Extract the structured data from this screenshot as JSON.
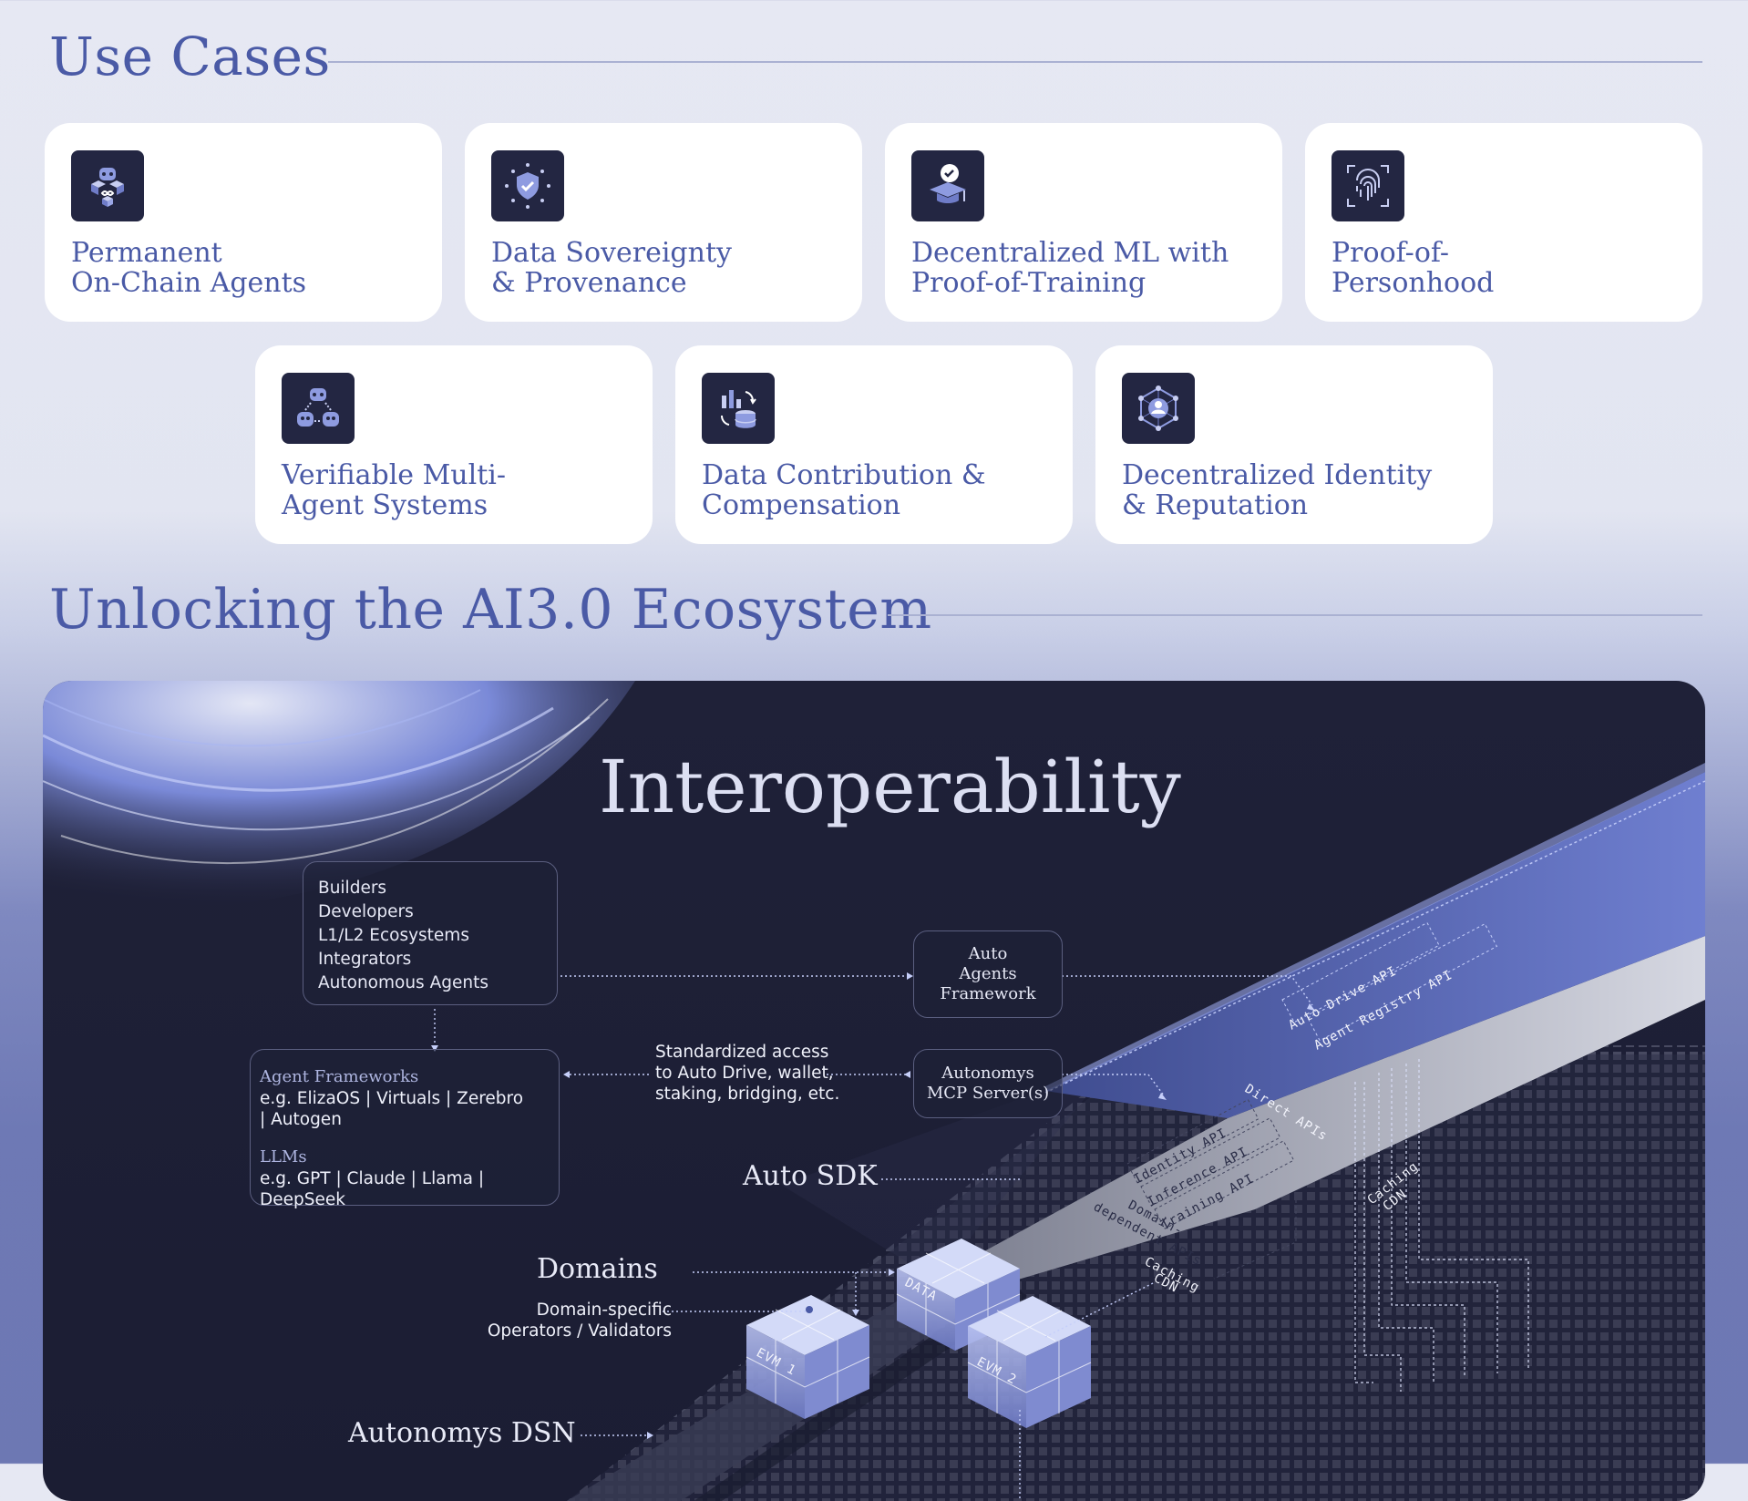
{
  "sections": {
    "use_cases_title": "Use Cases",
    "ecosystem_title": "Unlocking the AI3.0 Ecosystem"
  },
  "use_cases": [
    {
      "label": "Permanent\nOn-Chain Agents",
      "icon": "robot-agents-icon"
    },
    {
      "label": "Data Sovereignty\n& Provenance",
      "icon": "shield-check-icon"
    },
    {
      "label": "Decentralized ML with\nProof-of-Training",
      "icon": "graduation-cap-badge-icon"
    },
    {
      "label": "Proof-of-\nPersonhood",
      "icon": "fingerprint-icon"
    },
    {
      "label": "Verifiable Multi-\nAgent Systems",
      "icon": "multi-robot-icon"
    },
    {
      "label": "Data Contribution &\nCompensation",
      "icon": "chart-coins-icon"
    },
    {
      "label": "Decentralized Identity\n& Reputation",
      "icon": "identity-network-icon"
    }
  ],
  "diagram": {
    "title": "Interoperability",
    "audience": [
      "Builders",
      "Developers",
      "L1/L2 Ecosystems",
      "Integrators",
      "Autonomous Agents"
    ],
    "frameworks": {
      "agent_heading": "Agent Frameworks",
      "agent_examples": "e.g. ElizaOS | Virtuals | Zerebro | Autogen",
      "llm_heading": "LLMs",
      "llm_examples": "e.g. GPT | Claude | Llama | DeepSeek"
    },
    "auto_agents_framework": "Auto\nAgents\nFramework",
    "mcp_servers": "Autonomys\nMCP Server(s)",
    "standardized_access": "Standardized access\nto Auto Drive, wallet,\nstaking, bridging, etc.",
    "auto_sdk": "Auto SDK",
    "domains": "Domains",
    "operators": "Domain-specific\nOperators / Validators",
    "dsn": "Autonomys DSN",
    "layers": {
      "direct_apis": "Direct APIs",
      "auto_drive_api": "Auto Drive API",
      "agent_registry_api": "Agent Registry API",
      "domain_dependent_apis": "Domain-\ndependent APIs",
      "identity_api": "Identity API",
      "inference_api": "Inference API",
      "training_api": "Training API",
      "caching_cdn_1": "Caching\nCDN",
      "caching_cdn_2": "Caching\nCDN",
      "data_cube": "DATA",
      "evm1_cube": "EVM 1",
      "evm2_cube": "EVM 2"
    }
  }
}
